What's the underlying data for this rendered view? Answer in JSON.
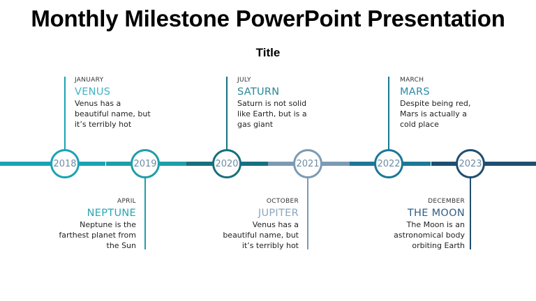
{
  "header": {
    "title": "Monthly Milestone PowerPoint Presentation",
    "subtitle": "Title"
  },
  "colors": {
    "m2018": "#1aa3b5",
    "m2019": "#1e9ea8",
    "m2020": "#17707e",
    "m2021": "#7c9ab3",
    "m2022": "#1b7896",
    "m2023": "#1f4e70"
  },
  "milestones": [
    {
      "year": "2018",
      "month": "JANUARY",
      "name": "VENUS",
      "description_lines": [
        "Venus has a",
        "beautiful name, but",
        "it’s terribly hot"
      ],
      "position": "top"
    },
    {
      "year": "2019",
      "month": "APRIL",
      "name": "NEPTUNE",
      "description_lines": [
        "Neptune is the",
        "farthest planet from",
        "the Sun"
      ],
      "position": "bottom"
    },
    {
      "year": "2020",
      "month": "JULY",
      "name": "SATURN",
      "description_lines": [
        "Saturn is not solid",
        "like Earth, but is a",
        "gas giant"
      ],
      "position": "top"
    },
    {
      "year": "2021",
      "month": "OCTOBER",
      "name": "JUPITER",
      "description_lines": [
        "Venus has a",
        "beautiful name, but",
        "it’s terribly hot"
      ],
      "position": "bottom"
    },
    {
      "year": "2022",
      "month": "MARCH",
      "name": "MARS",
      "description_lines": [
        "Despite being red,",
        "Mars is actually a",
        "cold place"
      ],
      "position": "top"
    },
    {
      "year": "2023",
      "month": "DECEMBER",
      "name": "THE MOON",
      "description_lines": [
        "The Moon is an",
        "astronomical body",
        "orbiting Earth"
      ],
      "position": "bottom"
    }
  ]
}
